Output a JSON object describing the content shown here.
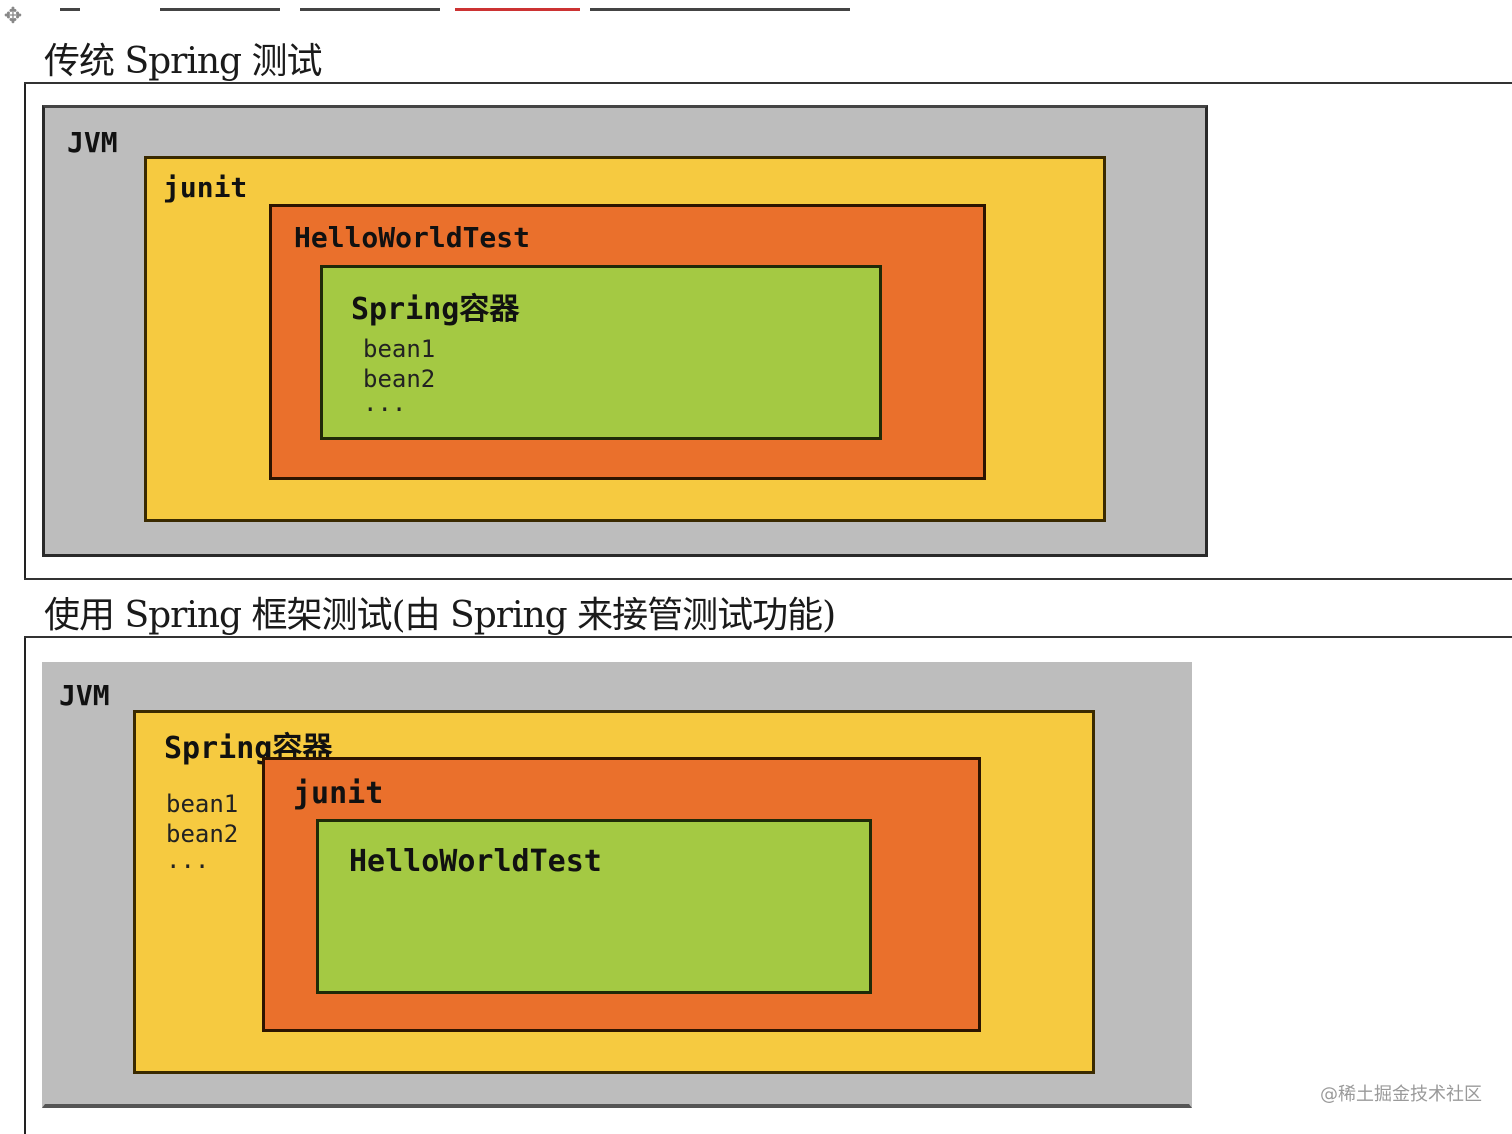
{
  "section1": {
    "title": "传统 Spring 测试",
    "jvm": "JVM",
    "junit": "junit",
    "test_class": "HelloWorldTest",
    "container": "Spring容器",
    "beans": [
      "bean1",
      "bean2",
      "..."
    ]
  },
  "section2": {
    "title": "使用 Spring 框架测试(由 Spring 来接管测试功能)",
    "jvm": "JVM",
    "container": "Spring容器",
    "beans": [
      "bean1",
      "bean2",
      "..."
    ],
    "junit": "junit",
    "test_class": "HelloWorldTest"
  },
  "watermark": "@稀土掘金技术社区",
  "colors": {
    "jvm": "#bdbdbd",
    "outer": "#f6ca40",
    "middle": "#ea702c",
    "inner": "#a4c943"
  },
  "icons": {
    "table_handle": "move-handle-icon"
  }
}
